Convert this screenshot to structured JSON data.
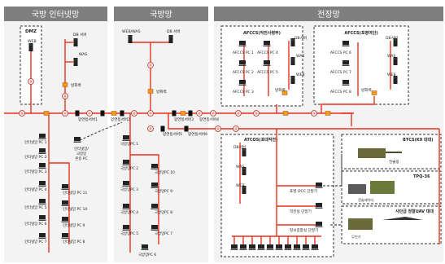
{
  "zones": {
    "internet": "국방 인터넷망",
    "defense": "국방망",
    "battlefield": "전장망"
  },
  "groups": {
    "dmz": "DMZ",
    "afccs_sub": "AFCCS(작전사령부)",
    "afccs_hq": "AFCCS(포병여단)",
    "atcos": "ATCOS(포대작전)",
    "btcs": "BTCS(K9 대대)",
    "tpq": "TPQ-36",
    "uav": "사단급 정찰UAV 대대"
  },
  "labels": {
    "dmz_web": "WEB",
    "db_server_1": "DB 서버",
    "was_1": "WAS",
    "firewall_1": "방화벽",
    "webwas": "WEB/WAS",
    "db_server_2": "DB 서버",
    "firewall_2": "방화벽",
    "link_1": "망연동서버1",
    "link_2": "망연동서버2",
    "link_3": "망연동서버3",
    "link_4": "망연동서버4",
    "link_5": "망연동서버5",
    "link_6": "망연동서버6",
    "firewall_3": "방화벽",
    "firewall_4": "방화벽",
    "afccs_a": [
      "AFCCS PC 1",
      "AFCCS PC 4",
      "AFCCS PC 2",
      "AFCCS PC 5",
      "AFCCS PC 3"
    ],
    "afccs_a_db": "DB서버",
    "afccs_a_was": "WAS",
    "afccs_a_web": "WEB",
    "afccs_a_fw": "방화벽",
    "afccs_b": [
      "AFCCS PC 6",
      "AFCCS PC 7",
      "AFCCS PC 8"
    ],
    "afccs_b_db": "DB서버",
    "afccs_b_was": "WAS",
    "afccs_b_web": "WEB",
    "afccs_b_fw": "방화벽",
    "inet_pcs": [
      "인터넷망 PC 1",
      "인터넷망 PC 2",
      "인터넷망 PC 3",
      "인터넷망 PC 4",
      "인터넷망 PC 5",
      "인터넷망 PC 6",
      "인터넷망 PC 7"
    ],
    "inet_pcs_r": [
      "인터넷망 PC 11",
      "인터넷망 PC 10",
      "인터넷망 PC 9",
      "인터넷망 PC 8"
    ],
    "shared_pc": "인터넷망/\n국방망\n혼용 PC",
    "def_pcs": [
      "국방망PC 1",
      "국방망PC 2",
      "국방망PC 3",
      "국방망PC 4",
      "국방망PC 5"
    ],
    "def_pcs_r": [
      "국방망PC 10",
      "국방망PC 9",
      "국방망PC 8",
      "국방망PC 7"
    ],
    "def_pc6": "국방망PC 6",
    "atcos_db": "DB서버",
    "atcos_was": "WAS",
    "atcos_web": "WEB",
    "occ": "포병 OCC 단말기",
    "fire_term": "작전실 단말기",
    "intel_term": "정보종합실 단말기",
    "radio": "전술망",
    "radar1": "전술레이더",
    "radar2": "무인기"
  },
  "colors": {
    "red_line": "#e8321e",
    "zone_header": "#7f7f7f",
    "zone_bg": "#f2f2f2"
  }
}
